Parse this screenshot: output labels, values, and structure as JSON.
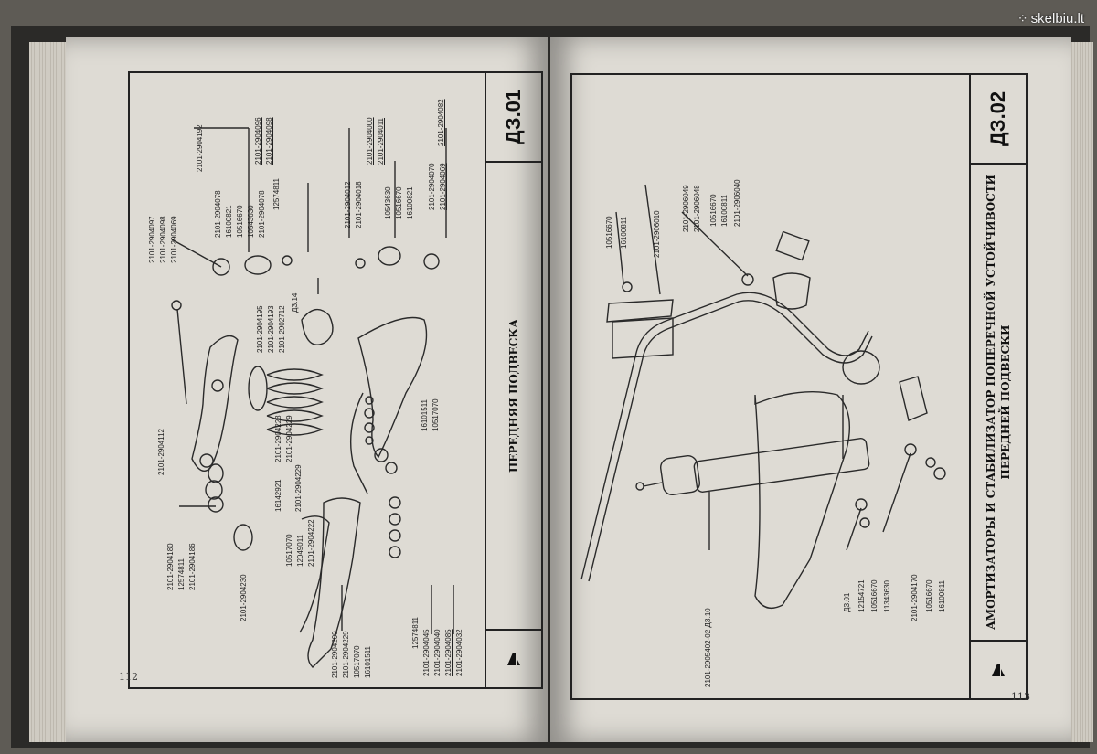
{
  "watermark": {
    "text": "skelbiu.lt"
  },
  "left_page": {
    "code": "ДЗ.01",
    "title": "ПЕРЕДНЯЯ ПОДВЕСКА",
    "page_number": "112",
    "ref": "ДЗ.14",
    "labels": [
      "2101-2904097",
      "2101-2904098",
      "2101-2904069",
      "2101-2904192",
      "2101-2904078",
      "16100821",
      "10516670",
      "10543630",
      "2101-2904078",
      "2101-2904096",
      "2101-2904098",
      "12574811",
      "2101-2904012",
      "2101-2904018",
      "2101-2904000",
      "2101-2904011",
      "10543630",
      "10516670",
      "16100821",
      "2101-2904070",
      "2101-2904069",
      "2101-2904082",
      "2101-2904195",
      "2101-2904193",
      "2101-2902712",
      "2101-2904112",
      "16101511",
      "10517070",
      "2101-2904228",
      "2101-2904229",
      "16142921",
      "2101-2904229",
      "10517070",
      "12049011",
      "2101-2904222",
      "2101-2904180",
      "12574811",
      "2101-2904186",
      "2101-2904230",
      "2101-2904200",
      "2101-2904229",
      "10517070",
      "16101511",
      "12574811",
      "2101-2904045",
      "2101-2904040",
      "2101-2904085",
      "2101-2904032"
    ]
  },
  "right_page": {
    "code": "ДЗ.02",
    "title_line1": "АМОРТИЗАТОРЫ И СТАБИЛИЗАТОР ПОПЕРЕЧНОЙ УСТОЙЧИВОСТИ",
    "title_line2": "ПЕРЕДНЕЙ ПОДВЕСКИ",
    "page_number": "113",
    "labels": [
      "10516670",
      "16100811",
      "2101-2906010",
      "2101-2906049",
      "2101-2906048",
      "10516670",
      "16100811",
      "2101-2906040",
      "2101-2905402-02 ДЗ.10",
      "ДЗ.01",
      "12154721",
      "10516670",
      "11343630",
      "2101-2904170",
      "10516670",
      "16100811"
    ]
  }
}
